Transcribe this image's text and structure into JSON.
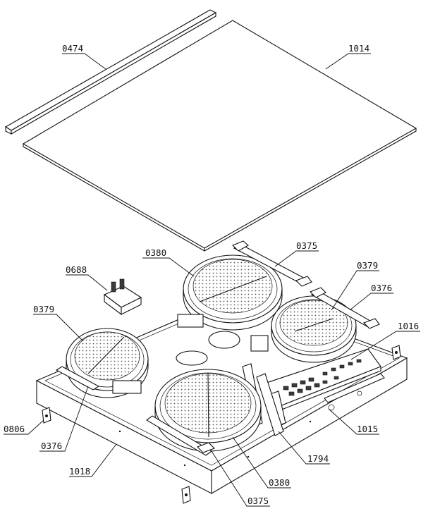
{
  "parts": {
    "p0474": "0474",
    "p1014": "1014",
    "p0380_top": "0380",
    "p0375_top": "0375",
    "p0688": "0688",
    "p0379_right": "0379",
    "p0376_right": "0376",
    "p0379_left": "0379",
    "p1016": "1016",
    "p0806": "0806",
    "p0376_left": "0376",
    "p1015": "1015",
    "p1018": "1018",
    "p1794": "1794",
    "p0380_bottom": "0380",
    "p0375_bottom": "0375"
  }
}
